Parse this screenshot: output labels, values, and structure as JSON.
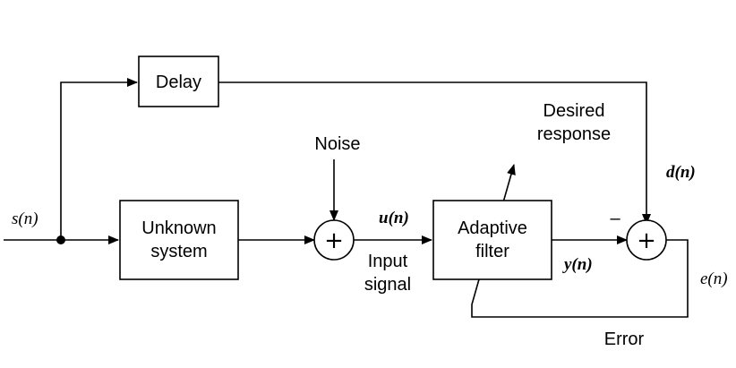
{
  "blocks": {
    "delay": "Delay",
    "unknown_system": [
      "Unknown",
      "system"
    ],
    "adaptive_filter": [
      "Adaptive",
      "filter"
    ]
  },
  "labels": {
    "noise": "Noise",
    "desired_response": [
      "Desired",
      "response"
    ],
    "input_signal": [
      "Input",
      "signal"
    ],
    "error": "Error",
    "minus_sign": "–",
    "plus_sign": "+"
  },
  "signals": {
    "s": "s(n)",
    "u": "u(n)",
    "d": "d(n)",
    "y": "y(n)",
    "e": "e(n)"
  }
}
